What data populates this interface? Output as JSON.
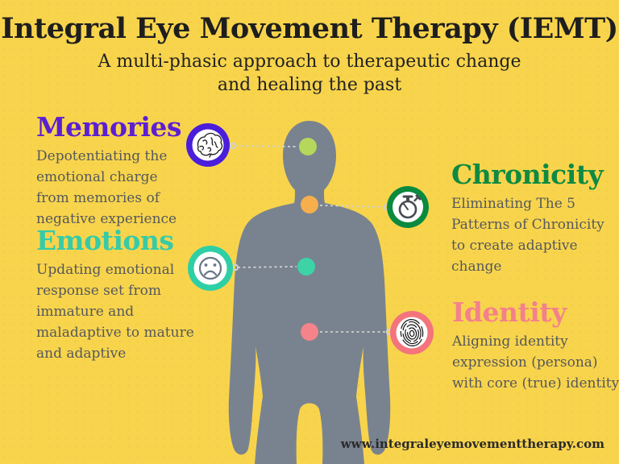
{
  "infographic": {
    "title": "Integral Eye Movement Therapy (IEMT)",
    "subtitle_line1": "A multi-phasic approach to therapeutic change",
    "subtitle_line2": "and healing the past",
    "website": "www.integraleyemovementtherapy.com"
  },
  "sections": [
    {
      "id": "memories",
      "label": "Memories",
      "description": "Depotentiating the emotional charge from memories of negative experience",
      "accent_color": "#5B1FD3",
      "icon": "brain-icon",
      "icon_ring_color": "#4A1EDB",
      "body_point_color": "#B5D75B",
      "body_point_location": "forehead"
    },
    {
      "id": "chronicity",
      "label": "Chronicity",
      "description": "Eliminating The 5 Patterns of Chronicity to create adaptive change",
      "accent_color": "#0E8A42",
      "icon": "stopwatch-icon",
      "icon_ring_color": "#0A8A3F",
      "body_point_color": "#F6AF4D",
      "body_point_location": "throat"
    },
    {
      "id": "emotions",
      "label": "Emotions",
      "description": "Updating emotional response set from immature and maladaptive to mature and adaptive",
      "accent_color": "#36CBA8",
      "icon": "sad-face-icon",
      "icon_ring_color": "#2FCFA5",
      "body_point_color": "#3DD3A7",
      "body_point_location": "chest"
    },
    {
      "id": "identity",
      "label": "Identity",
      "description": "Aligning identity expression (persona) with core (true) identity",
      "accent_color": "#F3818C",
      "icon": "fingerprint-icon",
      "icon_ring_color": "#F3747C",
      "body_point_color": "#F5838A",
      "body_point_location": "abdomen"
    }
  ],
  "colors": {
    "background": "#F8D44C",
    "silhouette": "#79838F",
    "title_text": "#1E1E1E",
    "body_text": "#55585C",
    "connector_line": "#CFD2D4"
  }
}
